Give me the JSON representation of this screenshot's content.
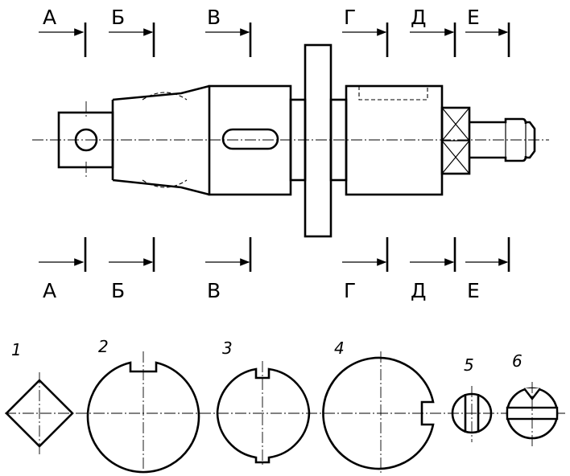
{
  "section_letters": [
    "А",
    "Б",
    "В",
    "Г",
    "Д",
    "Е"
  ],
  "section_numbers": [
    "1",
    "2",
    "3",
    "4",
    "5",
    "6"
  ]
}
